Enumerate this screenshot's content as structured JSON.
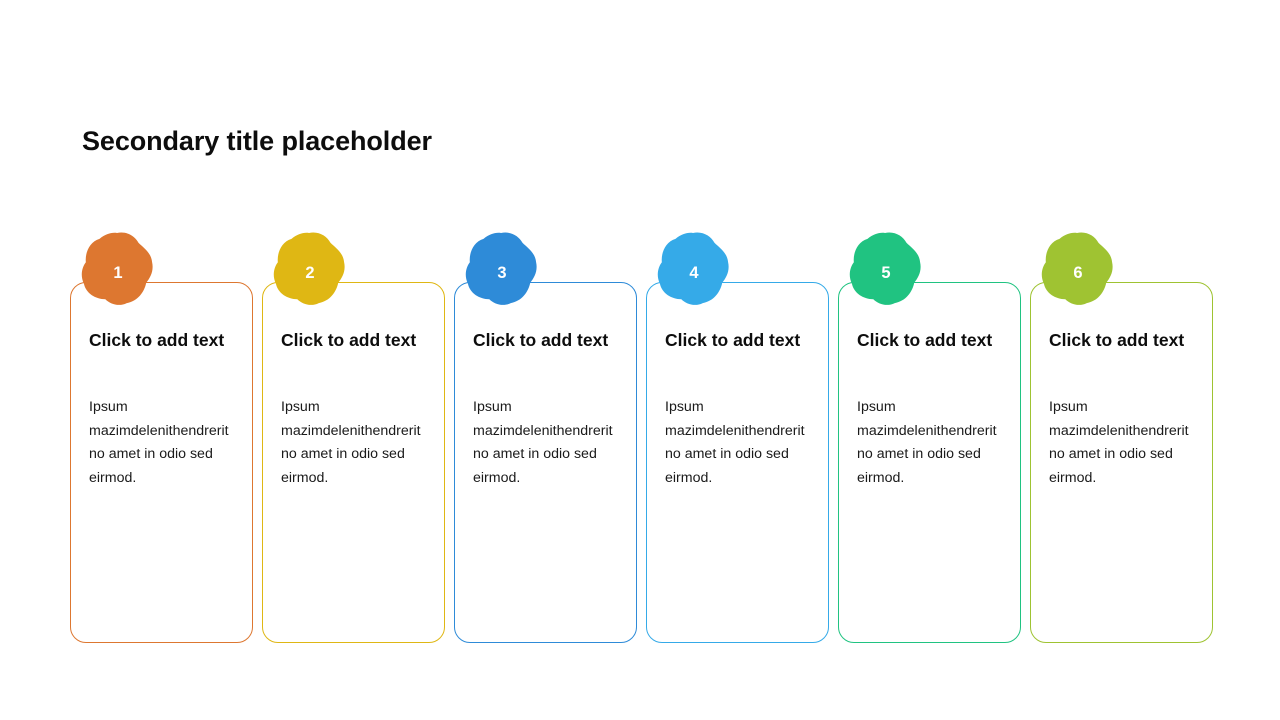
{
  "slide": {
    "title": "Secondary title placeholder",
    "background_color": "#ffffff",
    "title_color": "#0d0d0d"
  },
  "cards": [
    {
      "number": "1",
      "heading": "Click to add text",
      "body": "Ipsum mazimdelenithendrerit no amet in odio sed eirmod.",
      "color": "#DD7730"
    },
    {
      "number": "2",
      "heading": "Click to add text",
      "body": "Ipsum mazimdelenithendrerit no amet in odio sed eirmod.",
      "color": "#DFB714"
    },
    {
      "number": "3",
      "heading": "Click to add text",
      "body": "Ipsum mazimdelenithendrerit no amet in odio sed eirmod.",
      "color": "#2E8BD8"
    },
    {
      "number": "4",
      "heading": "Click to add text",
      "body": "Ipsum mazimdelenithendrerit no amet in odio sed eirmod.",
      "color": "#35AAE8"
    },
    {
      "number": "5",
      "heading": "Click to add text",
      "body": "Ipsum mazimdelenithendrerit no amet in odio sed eirmod.",
      "color": "#20C381"
    },
    {
      "number": "6",
      "heading": "Click to add text",
      "body": "Ipsum mazimdelenithendrerit no amet in odio sed eirmod.",
      "color": "#9FC332"
    }
  ]
}
